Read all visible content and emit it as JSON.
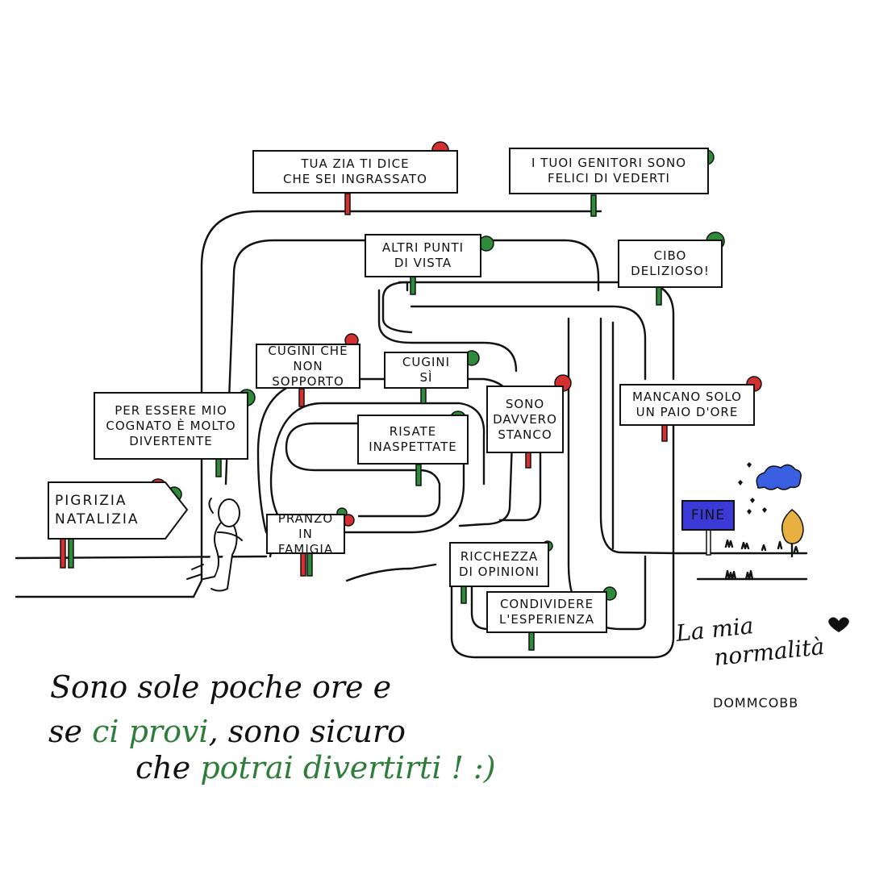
{
  "signs": {
    "pigrizia": "PIGRIZIA\nNATALIZIA",
    "zia": "TUA ZIA TI DICE\nCHE SEI INGRASSATO",
    "genitori": "I TUOI GENITORI SONO\nFELICI DI VEDERTI",
    "punti_di_vista": "ALTRI PUNTI\nDI VISTA",
    "cibo": "CIBO\nDELIZIOSO!",
    "cugini_no": "CUGINI CHE\nNON SOPPORTO",
    "cugini_si": "CUGINI\nSÌ",
    "cognato": "PER ESSERE MIO\nCOGNATO È MOLTO\nDIVERTENTE",
    "risate": "RISATE\nINASPETTATE",
    "stanco": "SONO\nDAVVERO\nSTANCO",
    "mancano": "MANCANO SOLO\nUN PAIO D'ORE",
    "pranzo": "PRANZO\nIN FAMIGIA",
    "opinioni": "RICCHEZZA\nDI OPINIONI",
    "condividere": "CONDIVIDERE\nL'ESPERIENZA",
    "fine": "FINE"
  },
  "captions": {
    "line1": "Sono sole poche ore e",
    "line2_a": "se ",
    "line2_b": "ci provi",
    "line2_c": ", sono sicuro",
    "line3_a": "che ",
    "line3_b": "potrai",
    "line3_c": " divertirti",
    "line3_d": " ! :)",
    "tagline_1": "La mia",
    "tagline_2": "normalità",
    "signature": "DOMMCOBB"
  },
  "colors": {
    "good": "#2e8b3a",
    "bad": "#d43030",
    "road": "#111111",
    "cloud": "#3a5fe0",
    "tree": "#e8b040",
    "fine_bg": "#3a3ad6",
    "text_green": "#2e7d3a"
  }
}
